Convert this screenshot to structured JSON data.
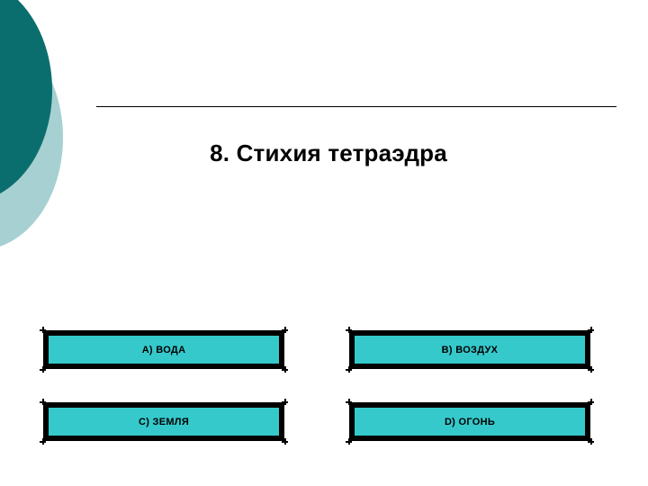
{
  "slide": {
    "title": "8. Стихия тетраэдра",
    "background_color": "#ffffff"
  },
  "decoration": {
    "circle_dark_color": "#0a6e6e",
    "circle_light_color": "#a6d0d1",
    "rule_color": "#000000"
  },
  "options": {
    "box_fill_color": "#35c9cb",
    "box_border_color": "#000000",
    "items": [
      {
        "id": "A",
        "label": "A) ВОДА"
      },
      {
        "id": "B",
        "label": "B) ВОЗДУХ"
      },
      {
        "id": "C",
        "label": "C) ЗЕМЛЯ"
      },
      {
        "id": "D",
        "label": "D) ОГОНЬ"
      }
    ]
  }
}
